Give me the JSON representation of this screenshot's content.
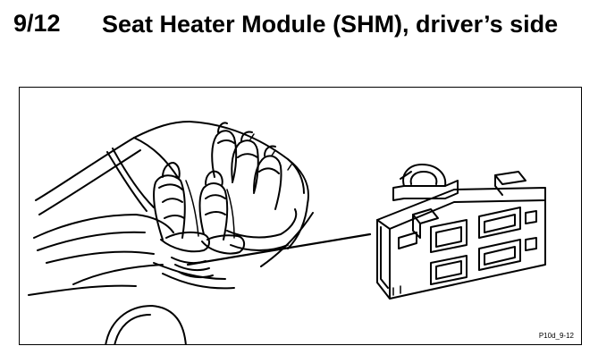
{
  "heading": {
    "number": "9/12",
    "title": "Seat Heater Module (SHM), driver’s side"
  },
  "figure": {
    "code": "P10d_9-12",
    "icons": {
      "car_interior": "car-interior-illustration",
      "module": "seat-heater-module-illustration",
      "pointer": "leader-line"
    }
  }
}
